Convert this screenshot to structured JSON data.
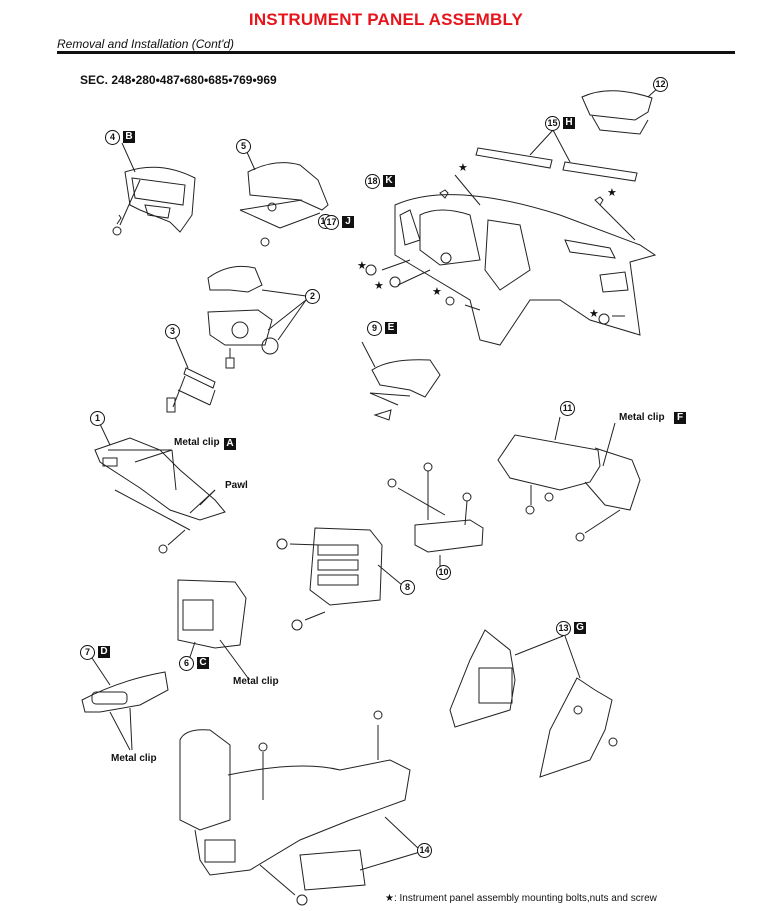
{
  "header": {
    "title": "INSTRUMENT PANEL ASSEMBLY",
    "subtitle": "Removal and Installation (Cont'd)",
    "title_color": "#e8141c"
  },
  "section_codes": "SEC. 248•280•487•680•685•769•969",
  "callouts": {
    "c1": "1",
    "c2": "2",
    "c3": "3",
    "c4": "4",
    "c5": "5",
    "c6": "6",
    "c7": "7",
    "c8": "8",
    "c9": "9",
    "c10": "10",
    "c11": "11",
    "c12": "12",
    "c13": "13",
    "c14": "14",
    "c15": "15",
    "c17a": "17",
    "c17b": "17",
    "c18": "18"
  },
  "reference_letters": {
    "A": "A",
    "B": "B",
    "C": "C",
    "D": "D",
    "E": "E",
    "F": "F",
    "G": "G",
    "H": "H",
    "J": "J",
    "K": "K"
  },
  "labels": {
    "metal_clip_a": "Metal clip",
    "pawl": "Pawl",
    "metal_clip_f": "Metal clip",
    "metal_clip_c": "Metal clip",
    "metal_clip_d": "Metal clip"
  },
  "star_symbol": "★",
  "legend": {
    "symbol": "★",
    "text": ": Instrument panel assembly mounting bolts,nuts and screw"
  }
}
